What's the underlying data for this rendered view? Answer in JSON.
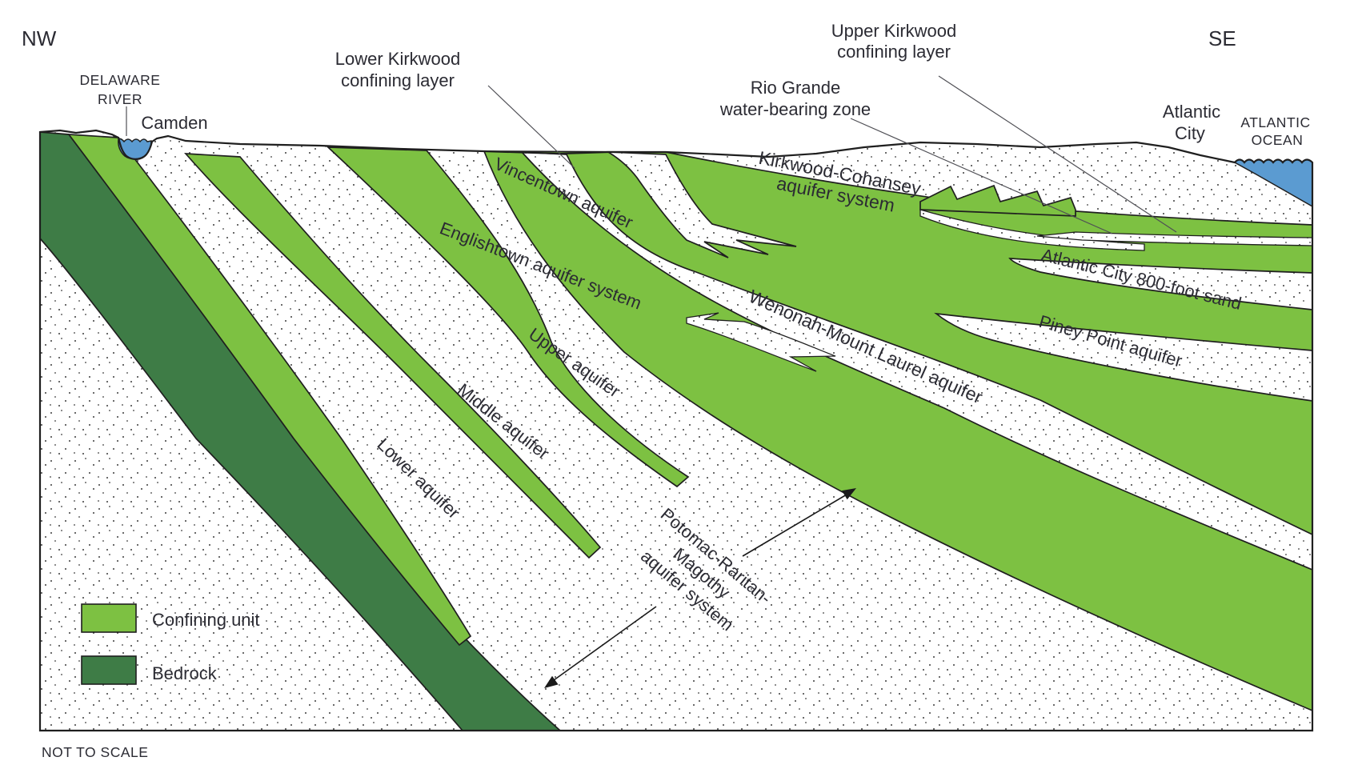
{
  "compass": {
    "nw": "NW",
    "se": "SE"
  },
  "surface_labels": {
    "delaware_river_line1": "DELAWARE",
    "delaware_river_line2": "RIVER",
    "camden": "Camden",
    "atlantic_city_line1": "Atlantic",
    "atlantic_city_line2": "City",
    "atlantic_ocean_line1": "ATLANTIC",
    "atlantic_ocean_line2": "OCEAN"
  },
  "callouts": {
    "lower_kirkwood_line1": "Lower Kirkwood",
    "lower_kirkwood_line2": "confining layer",
    "upper_kirkwood_line1": "Upper Kirkwood",
    "upper_kirkwood_line2": "confining layer",
    "rio_grande_line1": "Rio Grande",
    "rio_grande_line2": "water-bearing zone"
  },
  "band_labels": {
    "vincentown": "Vincentown aquifer",
    "englishtown": "Englishtown aquifer system",
    "upper": "Upper aquifer",
    "middle": "Middle aquifer",
    "lower": "Lower aquifer",
    "kirkwood_cohansey_line1": "Kirkwood-Cohansey",
    "kirkwood_cohansey_line2": "aquifer system",
    "wenonah": "Wenonah-Mount Laurel aquifer",
    "atlantic_city_sand": "Atlantic City 800-foot sand",
    "piney_point": "Piney Point aquifer",
    "prm_line1": "Potomac-Raritan-",
    "prm_line2": "Magothy",
    "prm_line3": "aquifer system"
  },
  "legend": {
    "confining_label": "Confining unit",
    "bedrock_label": "Bedrock"
  },
  "footer": {
    "not_to_scale": "NOT TO SCALE"
  },
  "colors": {
    "confining_unit": "#7dc142",
    "bedrock": "#3e7c46",
    "water": "#5b9bd1",
    "outline": "#1f1f1f"
  }
}
